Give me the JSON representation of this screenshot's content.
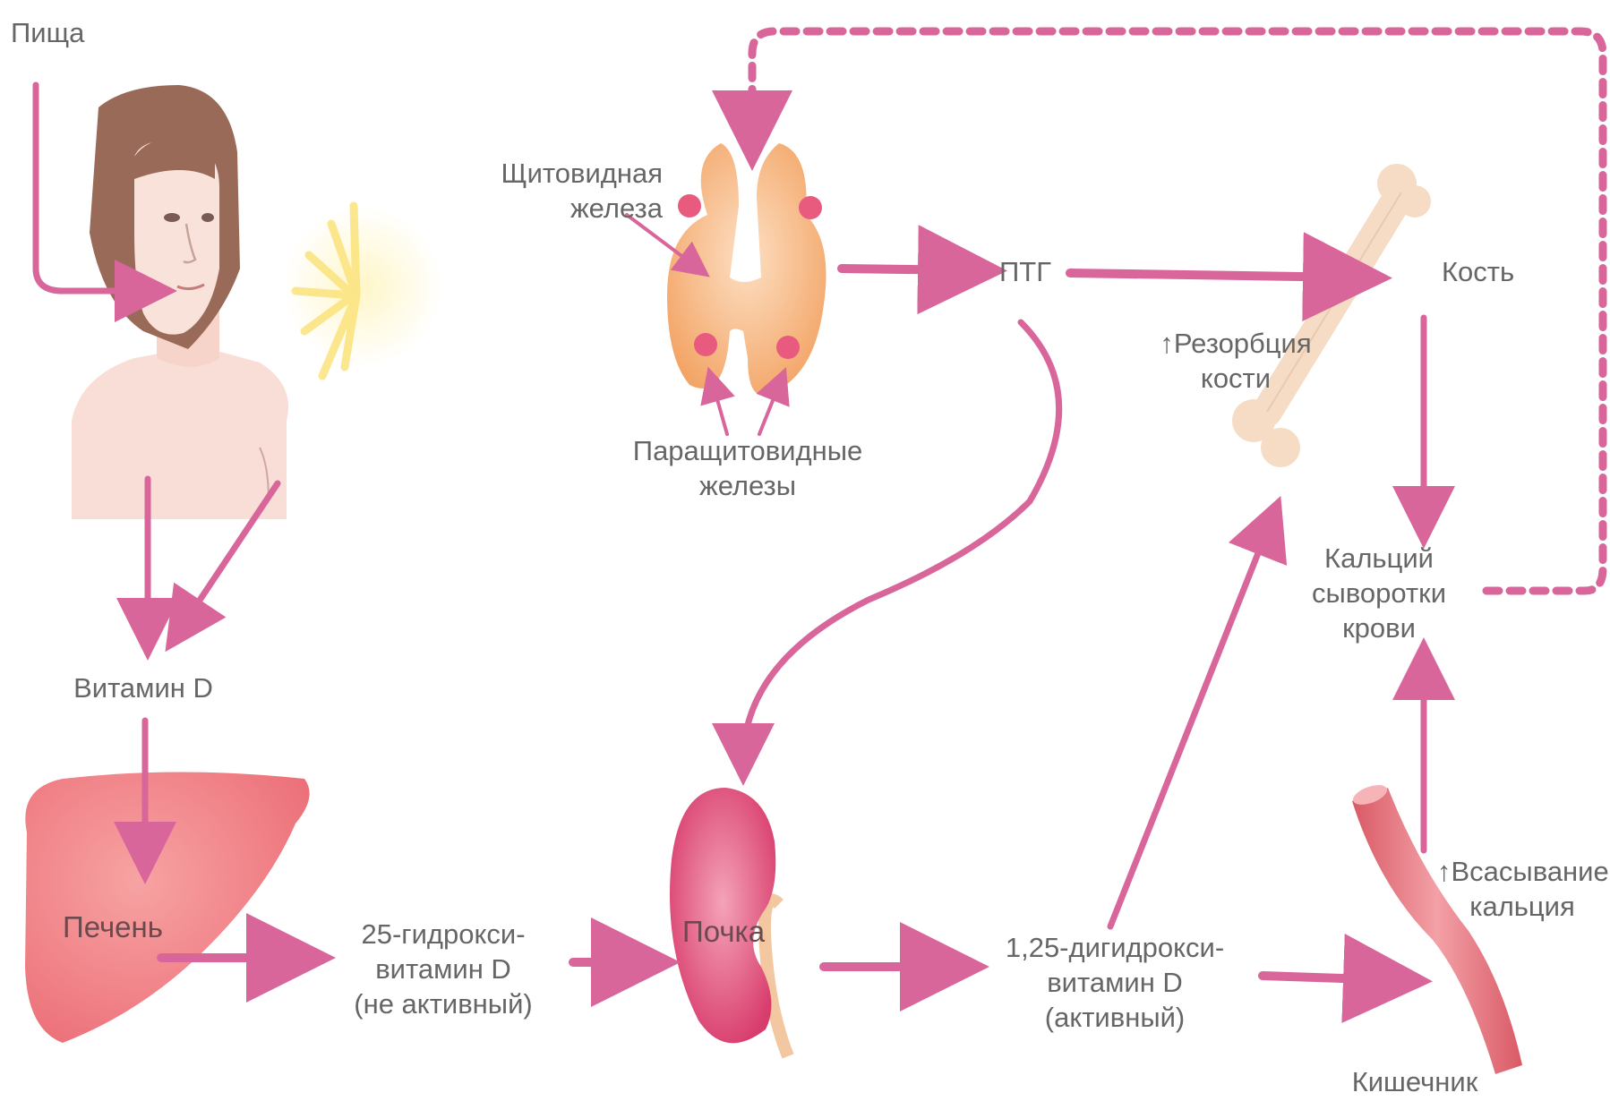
{
  "labels": {
    "food": "Пища",
    "vitamin_d": "Витамин D",
    "liver": "Печень",
    "hydroxy_25": [
      "25-гидрокси-",
      "витамин D",
      "(не активный)"
    ],
    "kidney": "Почка",
    "dihydroxy_125": [
      "1,25-дигидрокси-",
      "витамин D",
      "(активный)"
    ],
    "thyroid": [
      "Щитовидная",
      "железа"
    ],
    "parathyroid": [
      "Паращитовидные",
      "железы"
    ],
    "pth": "ПТГ",
    "bone": "Кость",
    "bone_resorption": [
      "↑Резорбция",
      "кости"
    ],
    "serum_calcium": [
      "Кальций",
      "сыворотки",
      "крови"
    ],
    "calcium_absorption": [
      "↑Всасывание",
      "кальция"
    ],
    "intestine": "Кишечник"
  },
  "colors": {
    "arrow": "#d9669a",
    "text": "#666666",
    "liver": "#f28b8b",
    "kidney": "#e0507a",
    "thyroid": "#f7b87a",
    "bone": "#f6dcc5",
    "intestine": "#e8707a",
    "hair": "#9a6a58",
    "skin": "#f8ded6"
  }
}
